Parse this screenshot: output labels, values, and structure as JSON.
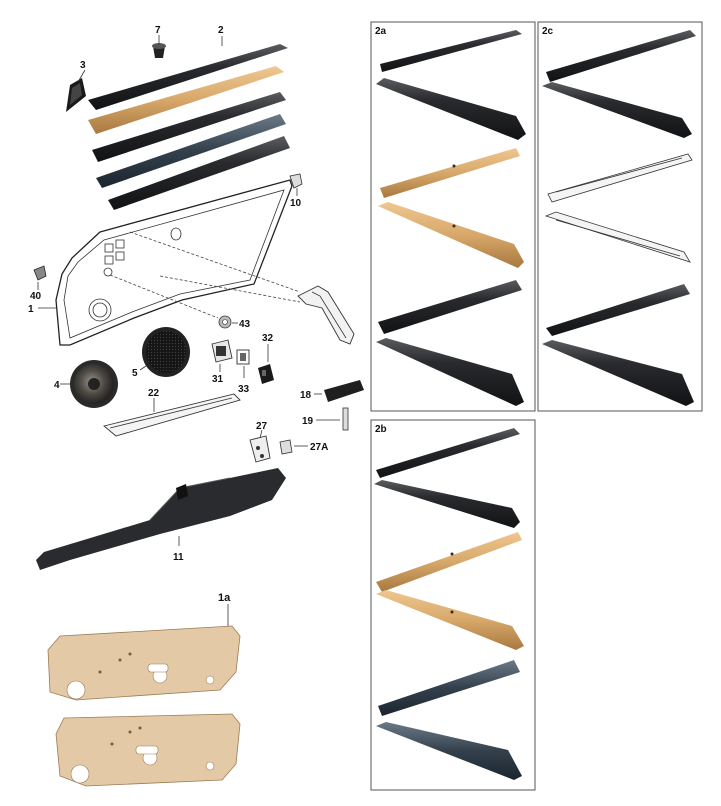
{
  "colors": {
    "black_trim": "#1f2022",
    "black_trim_highlight": "#5a5c60",
    "tan_trim": "#d7a86a",
    "tan_trim_shadow": "#b0804a",
    "slate_trim": "#33404c",
    "board": "#e4c9a6",
    "line": "#222222"
  },
  "labels": {
    "p1": "1",
    "p1a": "1a",
    "p2": "2",
    "p2a": "2a",
    "p2b": "2b",
    "p2c": "2c",
    "p3": "3",
    "p4": "4",
    "p5": "5",
    "p7": "7",
    "p10": "10",
    "p11": "11",
    "p18": "18",
    "p19": "19",
    "p22": "22",
    "p27": "27",
    "p27a": "27A",
    "p31": "31",
    "p32": "32",
    "p33": "33",
    "p40": "40",
    "p43": "43"
  }
}
